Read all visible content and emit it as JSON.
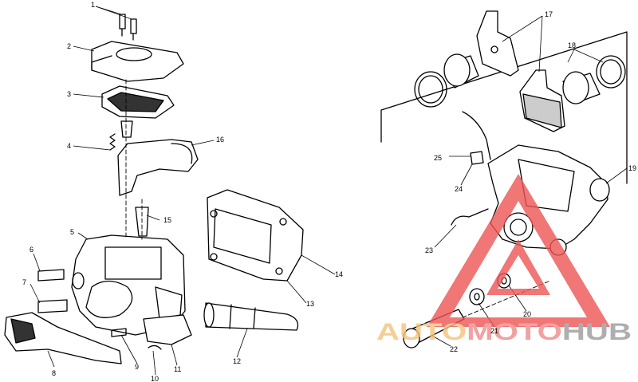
{
  "callouts": [
    "1",
    "2",
    "3",
    "4",
    "5",
    "6",
    "7",
    "8",
    "9",
    "10",
    "11",
    "12",
    "13",
    "14",
    "15",
    "16",
    "17",
    "18",
    "19",
    "20",
    "21",
    "22",
    "23",
    "24",
    "25"
  ],
  "watermark": {
    "part1": "AUTO",
    "part2": "MOTO",
    "part3": "HUB",
    "color1": "#f4c27a",
    "color2": "#f08a8a",
    "color3": "#9a9a9a",
    "triangle_color": "#ee5555"
  }
}
